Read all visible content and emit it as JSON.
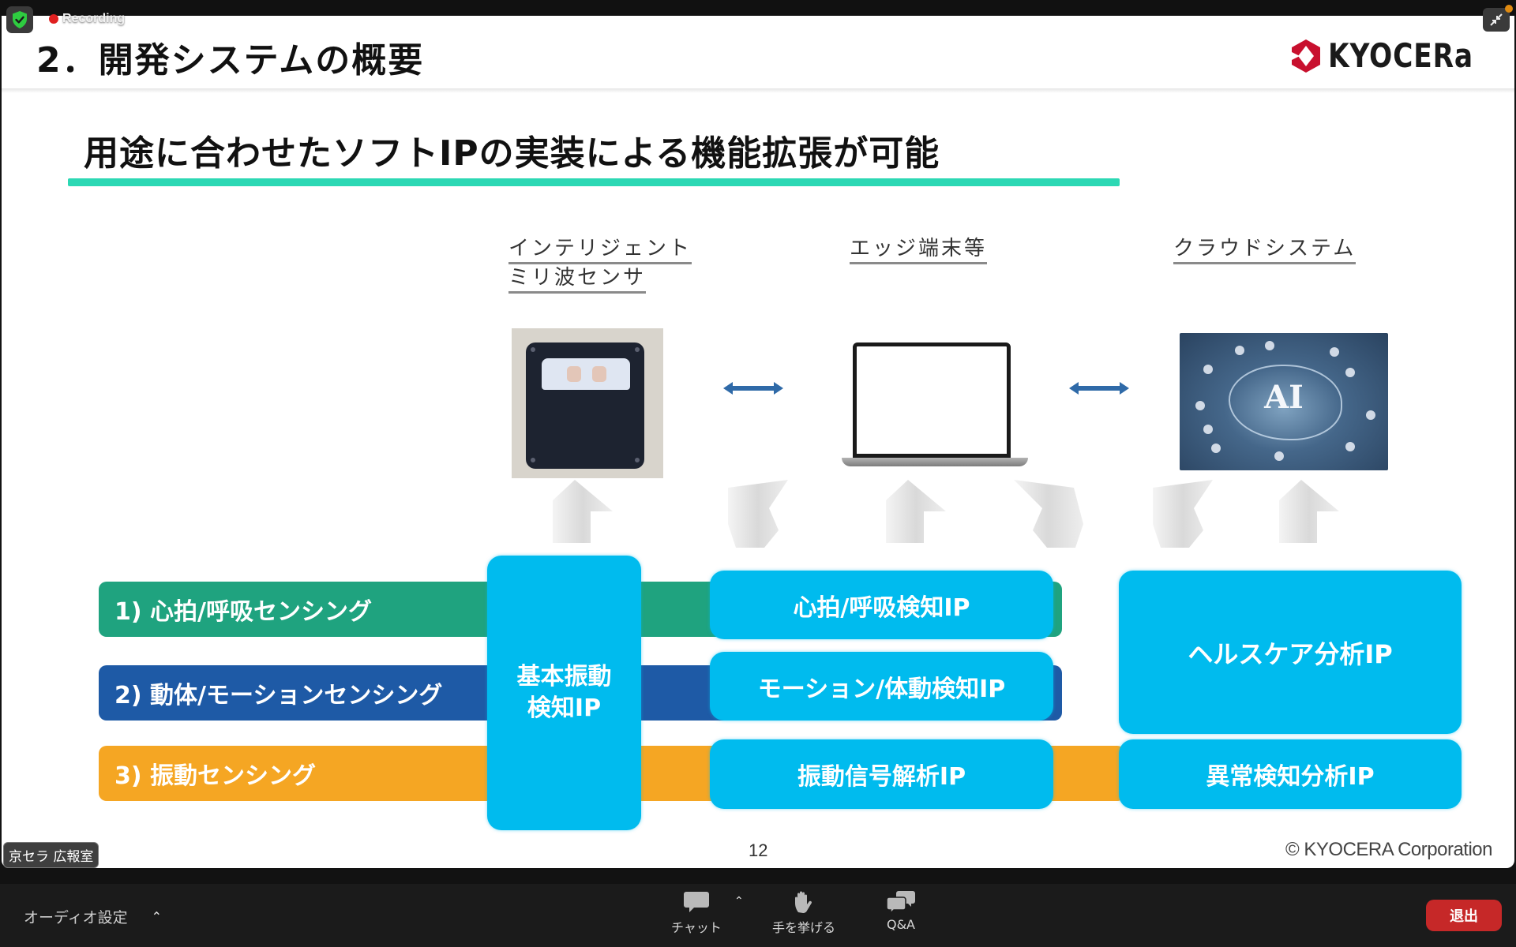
{
  "meeting": {
    "recording_label": "Recording",
    "speaker_name": "京セラ 広報室"
  },
  "slide": {
    "title": "2．開発システムの概要",
    "logo_text": "KYOCERa",
    "subtitle": "用途に合わせたソフトIPの実装による機能拡張が可能",
    "columns": [
      {
        "label_line1": "インテリジェント",
        "label_line2": "ミリ波センサ"
      },
      {
        "label_line1": "エッジ端末等"
      },
      {
        "label_line1": "クラウドシステム"
      }
    ],
    "ai_image_text": "AI",
    "sensing_bands": [
      {
        "label": "1) 心拍/呼吸センシング",
        "color": "#1fa37f"
      },
      {
        "label": "2) 動体/モーションセンシング",
        "color": "#1e5aa6"
      },
      {
        "label": "3) 振動センシング",
        "color": "#f5a623"
      }
    ],
    "ip_blocks": {
      "base_line1": "基本振動",
      "base_line2": "検知IP",
      "heart": "心拍/呼吸検知IP",
      "motion": "モーション/体動検知IP",
      "vibration": "振動信号解析IP",
      "healthcare": "ヘルスケア分析IP",
      "anomaly": "異常検知分析IP",
      "color": "#00bbee"
    },
    "accent_color": "#2cd8b4",
    "page_number": "12",
    "copyright": "© KYOCERA Corporation"
  },
  "toolbar": {
    "audio_settings": "オーディオ設定",
    "chat": "チャット",
    "raise_hand": "手を挙げる",
    "qa": "Q&A",
    "leave": "退出",
    "leave_color": "#c62828"
  }
}
